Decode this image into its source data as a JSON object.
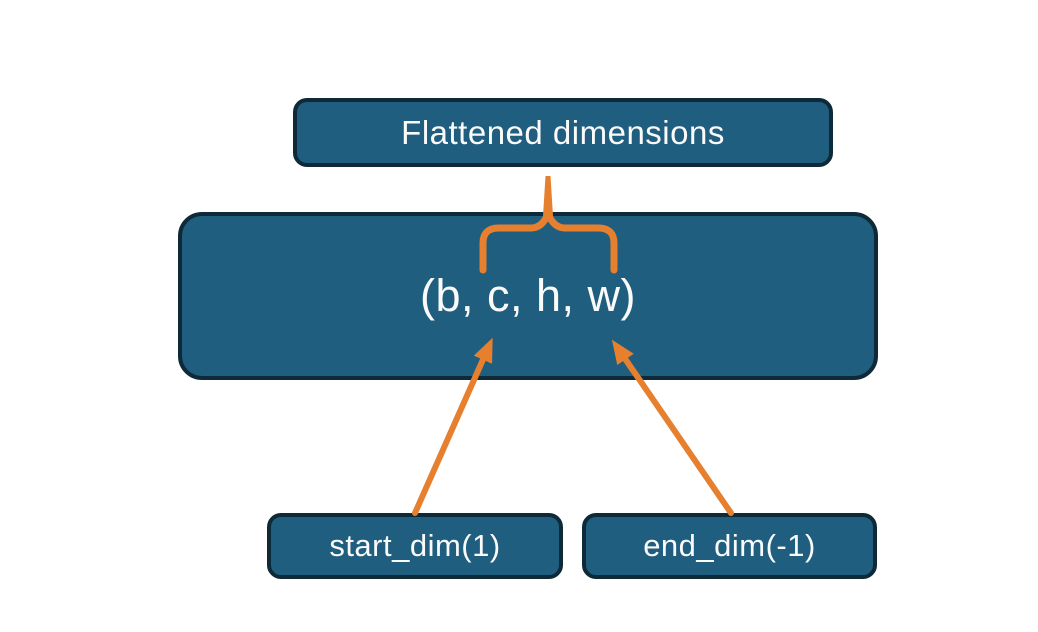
{
  "diagram": {
    "title_box": {
      "label": "Flattened dimensions"
    },
    "tensor_box": {
      "label": "(b, c, h, w)"
    },
    "param_boxes": {
      "start": {
        "label": "start_dim(1)"
      },
      "end": {
        "label": "end_dim(-1)"
      }
    },
    "icons": {
      "brace": "curly-brace-over-flattened-span",
      "stem": "connector-stem-to-title",
      "arrow_start": "arrow-start-dim-to-c",
      "arrow_end": "arrow-end-dim-to-w"
    },
    "colors": {
      "background": "#FFFFFF",
      "box_fill": "#1F5E7E",
      "box_border": "#0E2A38",
      "text": "#FAFAFA",
      "connector_orange": "#E6802F"
    }
  }
}
